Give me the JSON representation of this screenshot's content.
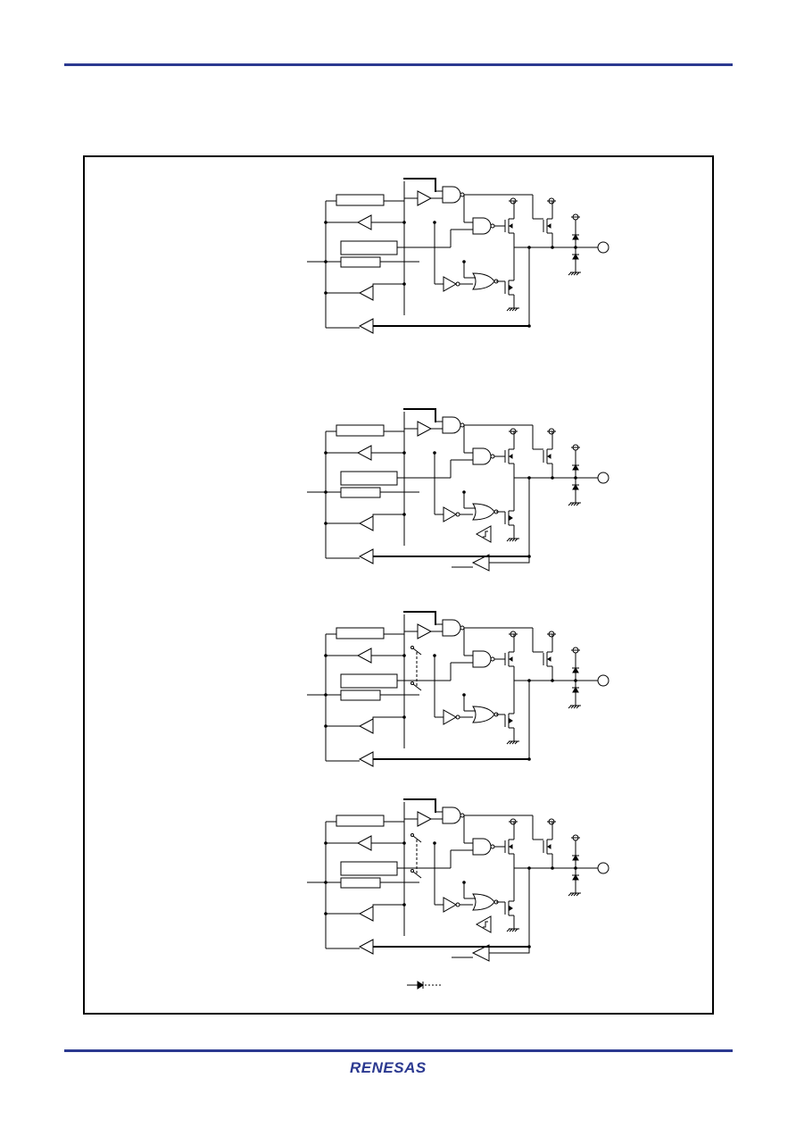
{
  "header": {
    "rule_color": "#2b3990"
  },
  "footer": {
    "rule_color": "#2b3990",
    "logo_text": "RENESAS",
    "logo_color": "#2b3990"
  },
  "figure": {
    "border_color": "#000000",
    "schematics": [
      {
        "variant": "basic"
      },
      {
        "variant": "schmitt-input"
      },
      {
        "variant": "switches"
      },
      {
        "variant": "switches-schmitt-input"
      }
    ],
    "legend_icon": "parasitic-diode-icon"
  }
}
